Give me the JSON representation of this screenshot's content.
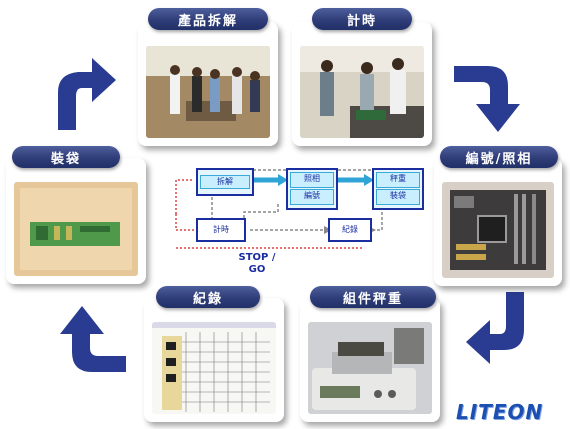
{
  "cards": {
    "disassembly": "產品拆解",
    "timing": "計時",
    "numbering": "編號/照相",
    "weighing": "組件秤重",
    "record": "紀錄",
    "packing": "裝袋"
  },
  "flow": {
    "disassemble": "拆解",
    "timing": "計時",
    "photo": "照相",
    "number": "編號",
    "weigh": "秤重",
    "pack": "裝袋",
    "record": "紀錄",
    "stop_go": "STOP /\nGO"
  },
  "logo": "LITEON",
  "colors": {
    "accent": "#2f3d78",
    "arrow": "#2a3c92",
    "flow_box": "#1b2ea0"
  }
}
